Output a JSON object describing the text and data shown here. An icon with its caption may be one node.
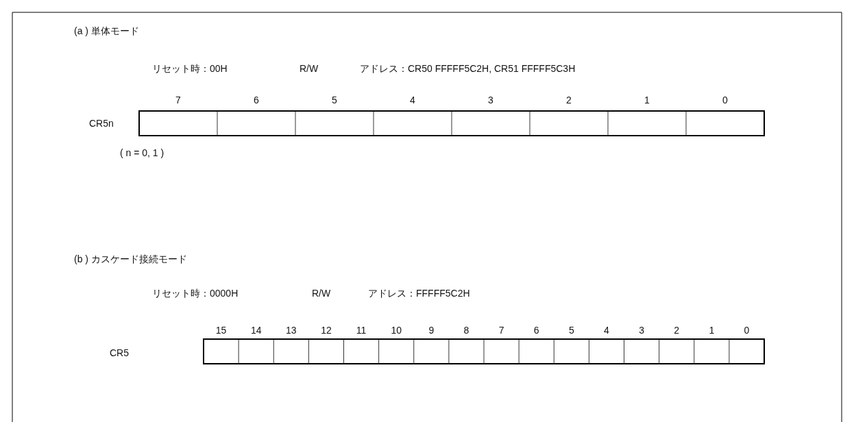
{
  "diagram": {
    "labels": [
      "(a ) 単体モード",
      "リセット時：00H",
      "R/W",
      "アドレス：CR50 FFFFF5C2H, CR51 FFFFF5C3H",
      "7",
      "6",
      "5",
      "4",
      "3",
      "2",
      "1",
      "0",
      "CR5n",
      "( n = 0, 1 )",
      "(b ) カスケード接続モード",
      "リセット時：0000H",
      "R/W",
      "アドレス：FFFFF5C2H",
      "15",
      "14",
      "13",
      "12",
      "11",
      "10",
      "9",
      "8",
      "7",
      "6",
      "5",
      "4",
      "3",
      "2",
      "1",
      "0",
      "CR5"
    ]
  }
}
